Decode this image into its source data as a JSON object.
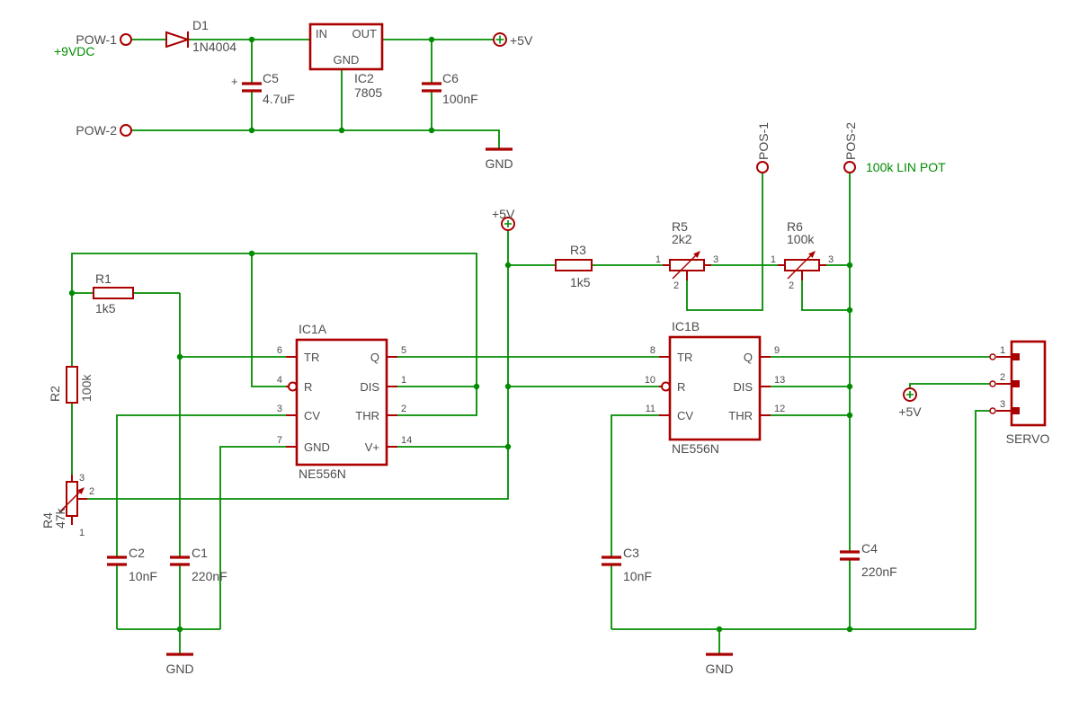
{
  "colors": {
    "wire": "#008c00",
    "symbol": "#aa0000",
    "text": "#4d4d4d",
    "net_label": "#008c00",
    "background": "#ffffff"
  },
  "power": {
    "pow1": "POW-1",
    "pow1_net": "+9VDC",
    "pow2": "POW-2",
    "d1_name": "D1",
    "d1_value": "1N4004",
    "c5_name": "C5",
    "c5_value": "4.7uF",
    "c5_plus": "+",
    "reg_name": "IC2",
    "reg_value": "7805",
    "reg_pin_in": "IN",
    "reg_pin_out": "OUT",
    "reg_pin_gnd": "GND",
    "c6_name": "C6",
    "c6_value": "100nF",
    "vcc": "+5V",
    "gnd": "GND"
  },
  "osc": {
    "r1_name": "R1",
    "r1_value": "1k5",
    "r2_name": "R2",
    "r2_value": "100k",
    "r4_name": "R4",
    "r4_value": "47k",
    "r4_p1": "1",
    "r4_p2": "2",
    "r4_p3": "3",
    "c1_name": "C1",
    "c1_value": "220nF",
    "c2_name": "C2",
    "c2_value": "10nF",
    "name": "IC1A",
    "part": "NE556N",
    "pin_tr": "TR",
    "pin_r": "R",
    "pin_cv": "CV",
    "pin_gnd": "GND",
    "pin_q": "Q",
    "pin_dis": "DIS",
    "pin_thr": "THR",
    "pin_vcc": "V+",
    "n_tr": "6",
    "n_r": "4",
    "n_cv": "3",
    "n_gnd": "7",
    "n_q": "5",
    "n_dis": "1",
    "n_thr": "2",
    "n_vcc": "14",
    "vcc": "+5V",
    "gnd": "GND"
  },
  "mono": {
    "r3_name": "R3",
    "r3_value": "1k5",
    "r5_name": "R5",
    "r5_value": "2k2",
    "r5_p1": "1",
    "r5_p2": "2",
    "r5_p3": "3",
    "r6_name": "R6",
    "r6_value": "100k",
    "r6_p1": "1",
    "r6_p2": "2",
    "r6_p3": "3",
    "c3_name": "C3",
    "c3_value": "10nF",
    "c4_name": "C4",
    "c4_value": "220nF",
    "name": "IC1B",
    "part": "NE556N",
    "pin_tr": "TR",
    "pin_r": "R",
    "pin_cv": "CV",
    "pin_q": "Q",
    "pin_dis": "DIS",
    "pin_thr": "THR",
    "n_tr": "8",
    "n_r": "10",
    "n_cv": "11",
    "n_q": "9",
    "n_dis": "13",
    "n_thr": "12",
    "pos1": "POS-1",
    "pos2": "POS-2",
    "pot_note": "100k LIN POT",
    "gnd": "GND"
  },
  "servo": {
    "label": "SERVO",
    "p1": "1",
    "p2": "2",
    "p3": "3",
    "vcc": "+5V"
  }
}
